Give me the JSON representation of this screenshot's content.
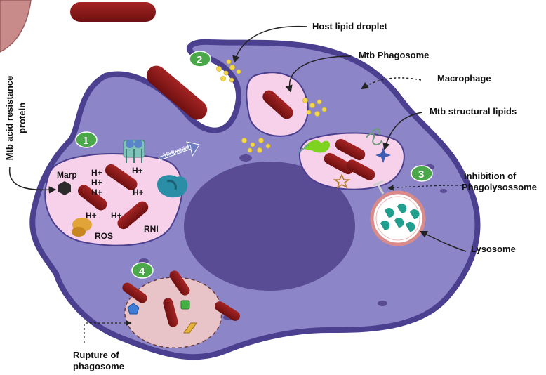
{
  "labels": {
    "host_lipid_droplet": "Host lipid droplet",
    "mtb_phagosome": "Mtb Phagosome",
    "macrophage": "Macrophage",
    "mtb_structural_lipids": "Mtb structural lipids",
    "inhibition_line1": "Inhibition of",
    "inhibition_line2": "Phagolysossome",
    "lysosome": "Lysosome",
    "rupture_line1": "Rupture of",
    "rupture_line2": "phagosome",
    "acid_resistance_line1": "Mtb acid resistance",
    "acid_resistance_line2": "protein"
  },
  "inner_labels": {
    "marp": "Marp",
    "ros": "ROS",
    "rni": "RNI",
    "h_plus": "H+",
    "maturation": "Maturation"
  },
  "badges": [
    "1",
    "2",
    "3",
    "4"
  ],
  "colors": {
    "cell_fill": "#8c86c9",
    "cell_border": "#4b3f8f",
    "nucleus": "#5a4c94",
    "phagosome_fill": "#f7d1ea",
    "phagosome_border": "#4b3f8f",
    "bacillus": "#8f1a1a",
    "badge": "#4aa84a",
    "lipid_droplet": "#f2d84a",
    "lysosome_enzyme": "#1f9d8d"
  }
}
